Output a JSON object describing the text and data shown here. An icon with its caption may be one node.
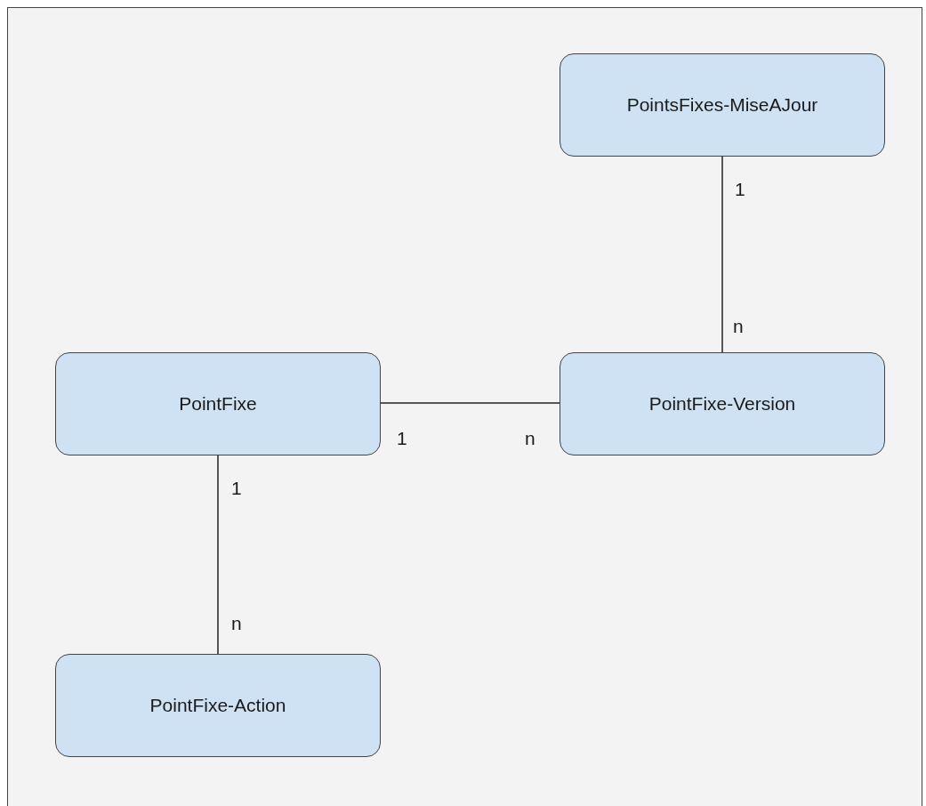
{
  "diagram": {
    "nodes": [
      {
        "text": [
          "PointsFixes-MiseAJour"
        ]
      },
      {
        "text": [
          "PointFixe"
        ]
      },
      {
        "text": [
          "PointFixe-Version"
        ]
      },
      {
        "text": [
          "PointFixe-Action"
        ]
      }
    ],
    "edges": [
      {
        "from": 0,
        "to": 2,
        "arrow": "none"
      },
      {
        "from": 1,
        "to": 2,
        "arrow": "none"
      },
      {
        "from": 1,
        "to": 3,
        "arrow": "none"
      }
    ],
    "labels": [
      "1",
      "n",
      "1",
      "n",
      "1",
      "n"
    ]
  }
}
